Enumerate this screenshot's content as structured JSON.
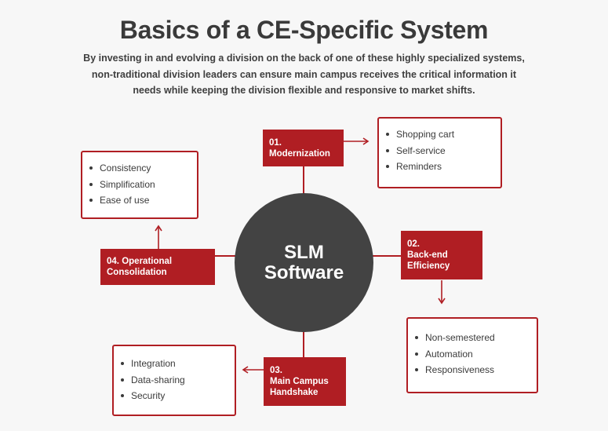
{
  "title": "Basics of a CE-Specific System",
  "subtitle": "By investing in and evolving a division on the back of one of these highly specialized systems, non-traditional division leaders can ensure main campus receives the critical information it needs while keeping the division flexible and responsive to market shifts.",
  "hub": {
    "line1": "SLM",
    "line2": "Software"
  },
  "modules": [
    {
      "number": "01.",
      "name": "Modernization",
      "items": [
        "Shopping cart",
        "Self-service",
        "Reminders"
      ]
    },
    {
      "number": "02.",
      "name": "Back-end Efficiency",
      "items": [
        "Non-semestered",
        "Automation",
        "Responsiveness"
      ]
    },
    {
      "number": "03.",
      "name": "Main Campus Handshake",
      "items": [
        "Integration",
        "Data-sharing",
        "Security"
      ]
    },
    {
      "number": "04.",
      "name": "Operational Consolidation",
      "items": [
        "Consistency",
        "Simplification",
        "Ease of use"
      ]
    }
  ],
  "colors": {
    "accent": "#b01e23",
    "hub": "#434343",
    "text": "#3a3a3a",
    "background": "#f7f7f7"
  }
}
